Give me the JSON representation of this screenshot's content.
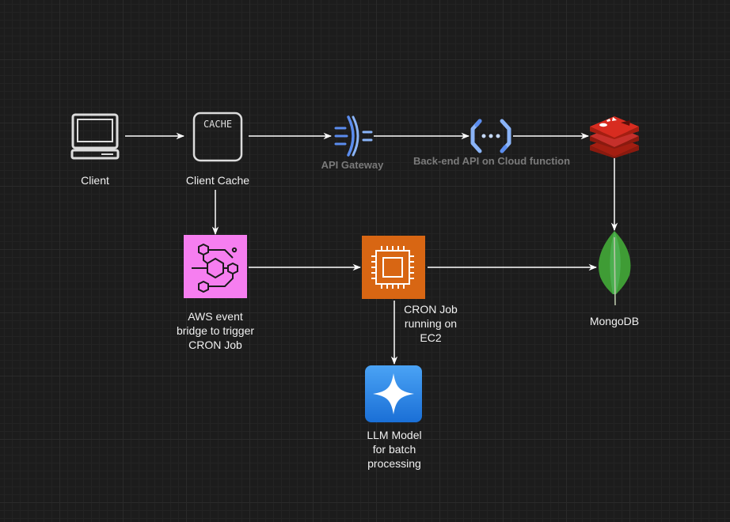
{
  "nodes": {
    "client": {
      "label": "Client"
    },
    "client_cache": {
      "label": "Client Cache",
      "icon_text": "CACHE"
    },
    "api_gateway": {
      "label": "API Gateway"
    },
    "backend_api": {
      "label": "Back-end API on Cloud function"
    },
    "redis": {
      "icon": "redis-icon"
    },
    "mongodb": {
      "label": "MongoDB"
    },
    "event_bridge": {
      "label_lines": [
        "AWS event",
        "bridge to trigger",
        "CRON Job"
      ]
    },
    "cron_ec2": {
      "label_lines": [
        "CRON Job",
        "running on",
        "EC2"
      ]
    },
    "llm": {
      "label_lines": [
        "LLM Model",
        "for batch",
        "processing"
      ]
    }
  },
  "colors": {
    "background": "#1c1c1c",
    "edge": "#ffffff",
    "event_bridge": "#f67ef0",
    "ec2": "#d86613",
    "redis": "#c6302b",
    "mongodb": "#4caf50",
    "api_blue": "#5b8def",
    "llm_blue": "#1a73e8"
  }
}
